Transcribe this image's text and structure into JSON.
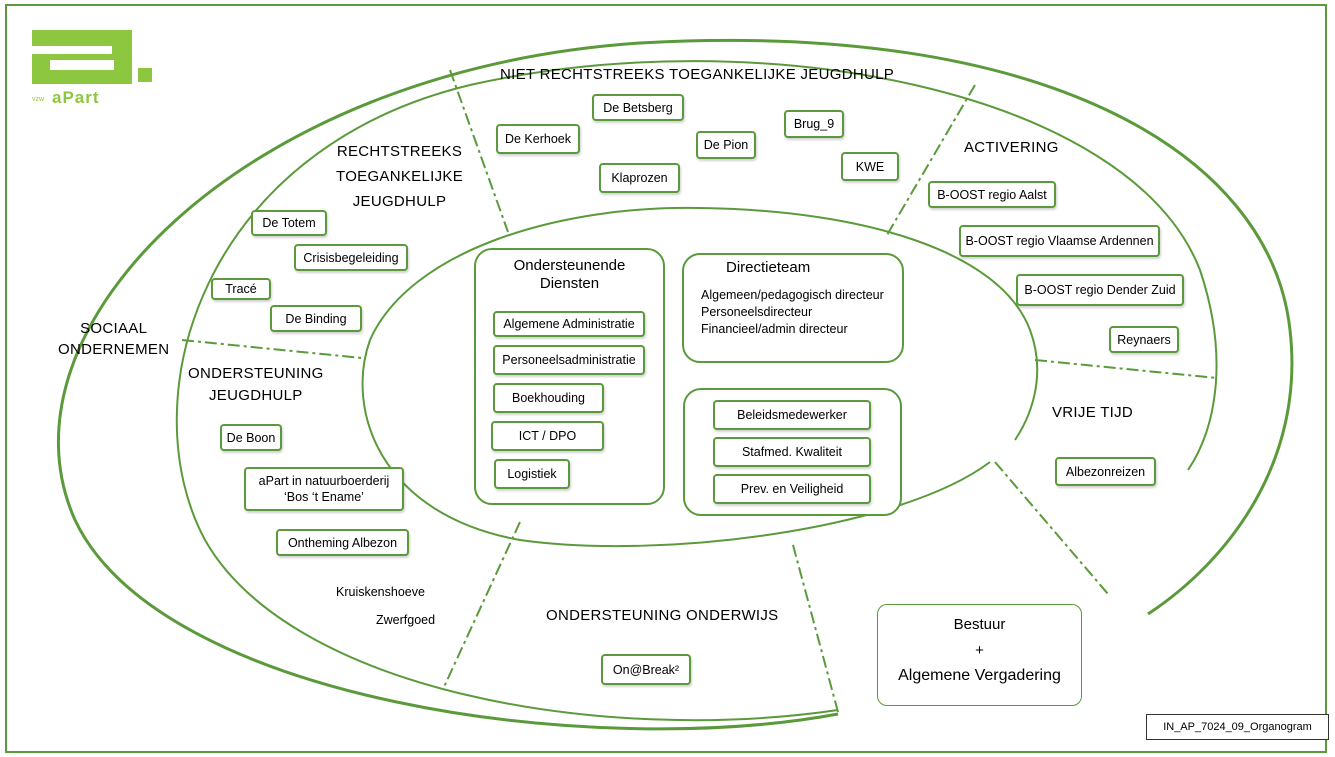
{
  "brand": {
    "logo_mark": "a.",
    "logo_prefix": "vzw",
    "logo_word": "aPart",
    "accent": "#8dc63f",
    "line_color": "#5b9a3a"
  },
  "doc_id": "IN_AP_7024_09_Organogram",
  "sections": {
    "sociaal": "SOCIAAL\nONDERNEMEN",
    "niet_rechtstreeks": "NIET RECHTSTREEKS TOEGANKELIJKE JEUGDHULP",
    "rechtstreeks": "RECHTSTREEKS\nTOEGANKELIJKE\nJEUGDHULP",
    "activering": "ACTIVERING",
    "ondersteuning_jeugdhulp": "ONDERSTEUNING\nJEUGDHULP",
    "vrije_tijd": "VRIJE TIJD",
    "ondersteuning_onderwijs": "ONDERSTEUNING ONDERWIJS"
  },
  "niet_rechtstreeks_items": [
    "De Betsberg",
    "De Kerhoek",
    "De Pion",
    "Brug_9",
    "Klaprozen",
    "KWE"
  ],
  "rechtstreeks_items": [
    "De Totem",
    "Crisisbegeleiding",
    "Tracé",
    "De Binding"
  ],
  "activering_items": [
    "B-OOST regio Aalst",
    "B-OOST regio Vlaamse Ardennen",
    "B-OOST regio Dender Zuid",
    "Reynaers"
  ],
  "ondersteuning_jeugdhulp_items": [
    "De Boon",
    "aPart in natuurboerderij\n‘Bos ‘t Ename’",
    "Ontheming Albezon",
    "Kruiskenshoeve",
    "Zwerfgoed"
  ],
  "vrije_tijd_items": [
    "Albezonreizen"
  ],
  "onderwijs_items": [
    "On@Break²"
  ],
  "ondersteunende_diensten": {
    "title": "Ondersteunende\nDiensten",
    "items": [
      "Algemene Administratie",
      "Personeelsadministratie",
      "Boekhouding",
      "ICT / DPO",
      "Logistiek"
    ]
  },
  "directieteam": {
    "title": "Directieteam",
    "lines": [
      "Algemeen/pedagogisch directeur",
      "Personeelsdirecteur",
      "Financieel/admin directeur"
    ]
  },
  "staf_items": [
    "Beleidsmedewerker",
    "Stafmed. Kwaliteit",
    "Prev. en Veiligheid"
  ],
  "bestuur": {
    "line1": "Bestuur",
    "line2": "+",
    "line3": "Algemene Vergadering"
  }
}
